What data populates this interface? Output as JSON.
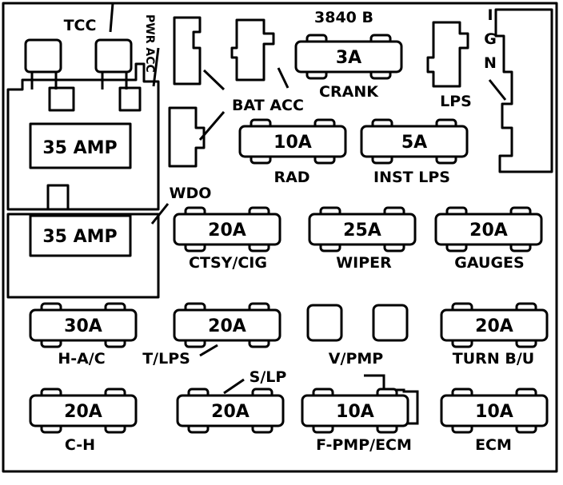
{
  "title": "3840 B",
  "top": {
    "tcc": "TCC",
    "pwr_acc": "PWR ACC",
    "ign_letters": [
      "I",
      "G",
      "N"
    ],
    "bat_acc": "BAT ACC",
    "crank_fuse": "3A",
    "crank": "CRANK",
    "lps": "LPS"
  },
  "breakers": {
    "upper": "35 AMP",
    "lower": "35 AMP",
    "wdo": "WDO"
  },
  "fuses": {
    "rad_value": "10A",
    "rad_label": "RAD",
    "inst_value": "5A",
    "inst_label": "INST LPS",
    "ctsy_value": "20A",
    "ctsy_label": "CTSY/CIG",
    "wiper_value": "25A",
    "wiper_label": "WIPER",
    "gauges_value": "20A",
    "gauges_label": "GAUGES",
    "hac_value": "30A",
    "hac_label": "H-A/C",
    "tlps_value": "20A",
    "tlps_label": "T/LPS",
    "vpmp_label": "V/PMP",
    "turn_value": "20A",
    "turn_label": "TURN B/U",
    "ch_value": "20A",
    "ch_label": "C-H",
    "slp_value": "20A",
    "slp_label": "S/LP",
    "fpmp_value": "10A",
    "fpmp_label": "F-PMP/ECM",
    "ecm_value": "10A",
    "ecm_label": "ECM"
  }
}
